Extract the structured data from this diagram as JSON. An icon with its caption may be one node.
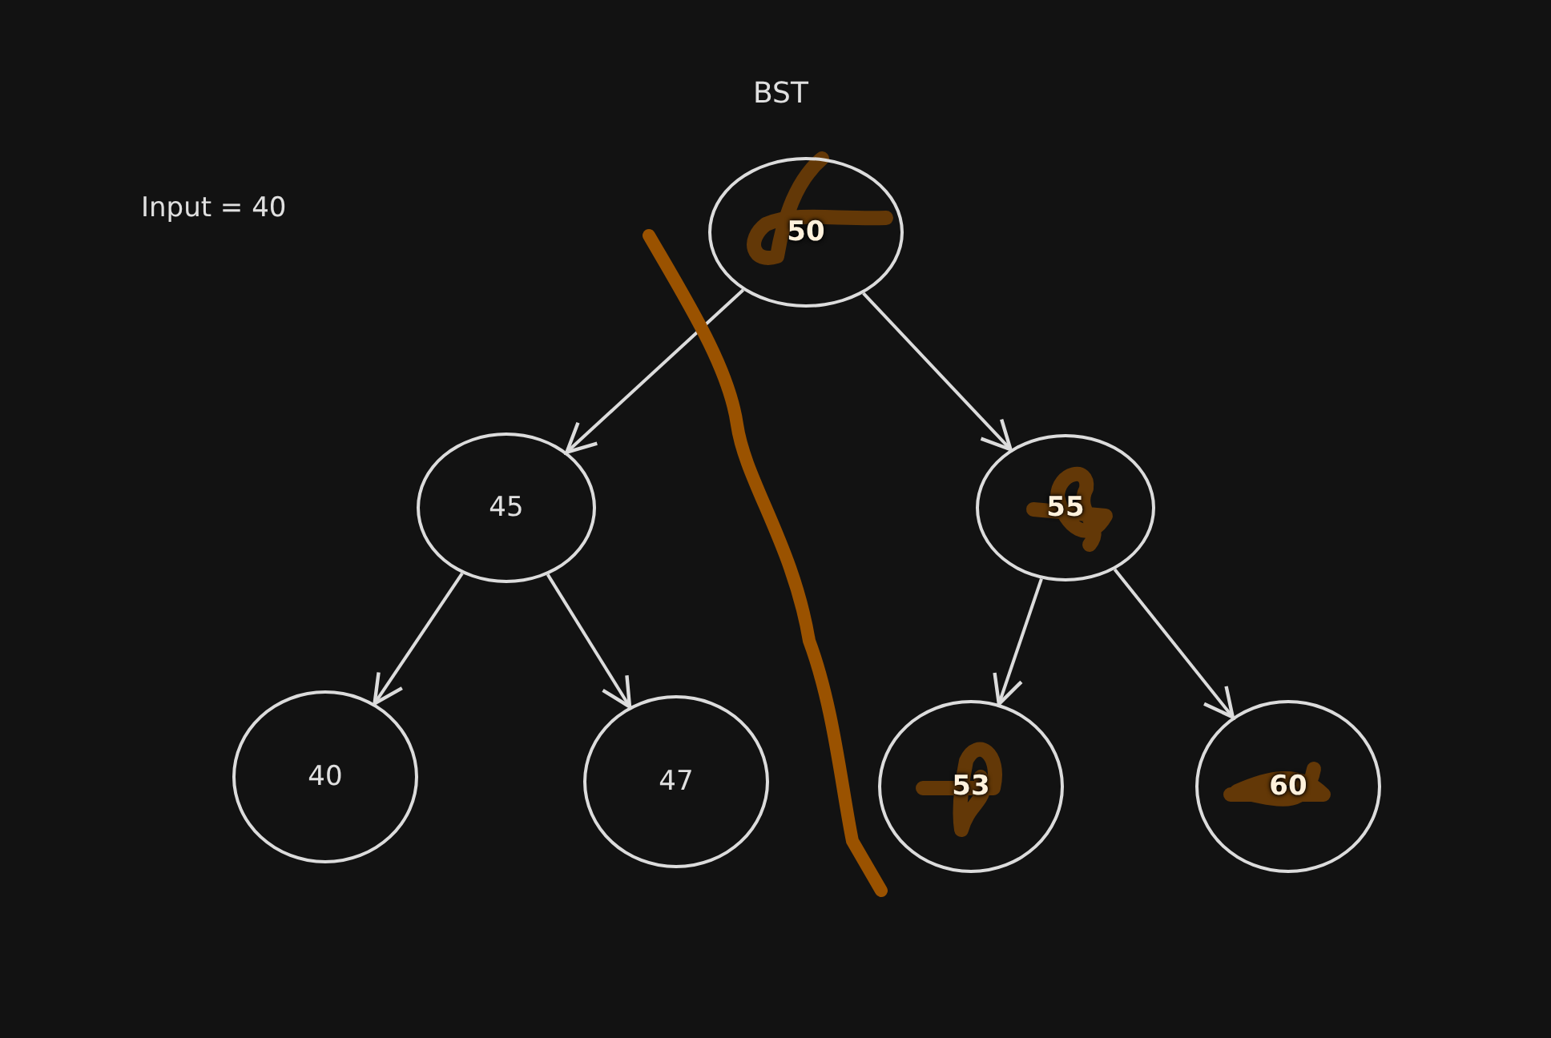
{
  "diagram": {
    "title": "BST",
    "nodes": [
      {
        "text": [
          "50"
        ]
      },
      {
        "text": [
          "45"
        ]
      },
      {
        "text": [
          "55"
        ]
      },
      {
        "text": [
          "40"
        ]
      },
      {
        "text": [
          "47"
        ]
      },
      {
        "text": [
          "53"
        ]
      },
      {
        "text": [
          "60"
        ]
      }
    ],
    "edges": [
      {
        "from": 0,
        "to": 1,
        "arrow": "to"
      },
      {
        "from": 0,
        "to": 2,
        "arrow": "to"
      },
      {
        "from": 1,
        "to": 3,
        "arrow": "to"
      },
      {
        "from": 1,
        "to": 4,
        "arrow": "to"
      },
      {
        "from": 2,
        "to": 5,
        "arrow": "to"
      },
      {
        "from": 2,
        "to": 6,
        "arrow": "to"
      }
    ],
    "labels": [
      "Input = 40"
    ]
  }
}
